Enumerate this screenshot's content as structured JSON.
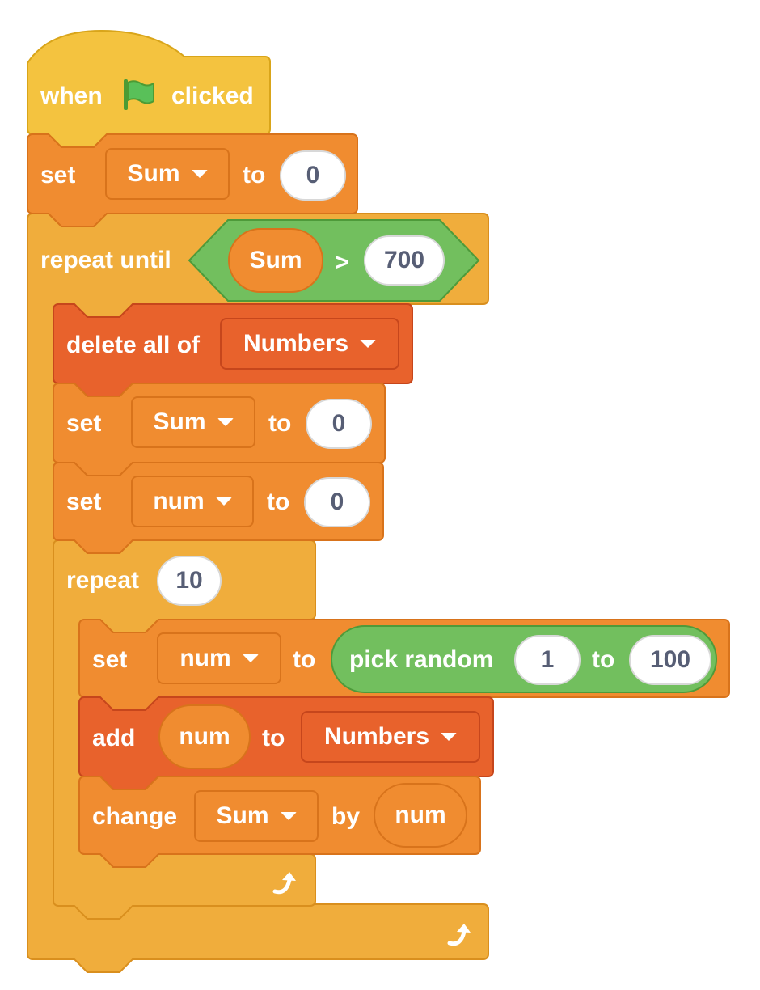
{
  "script": {
    "hat": {
      "when": "when",
      "clicked": "clicked"
    },
    "set_sum_initial": {
      "set": "set",
      "variable": "Sum",
      "to": "to",
      "value": "0"
    },
    "repeat_until": {
      "label": "repeat until",
      "condition": {
        "left": "Sum",
        "operator": ">",
        "right": "700"
      }
    },
    "delete_all": {
      "label": "delete all of",
      "list": "Numbers"
    },
    "set_sum_inner": {
      "set": "set",
      "variable": "Sum",
      "to": "to",
      "value": "0"
    },
    "set_num": {
      "set": "set",
      "variable": "num",
      "to": "to",
      "value": "0"
    },
    "repeat": {
      "label": "repeat",
      "times": "10"
    },
    "set_num_random": {
      "set": "set",
      "variable": "num",
      "to": "to",
      "pick_random": "pick random",
      "from": "1",
      "to_word": "to",
      "to_value": "100"
    },
    "add_item": {
      "add": "add",
      "value": "num",
      "to": "to",
      "list": "Numbers"
    },
    "change": {
      "label": "change",
      "variable": "Sum",
      "by": "by",
      "value": "num"
    }
  },
  "icons": {
    "flag": "green-flag-icon",
    "loop": "loop-arrow-icon"
  },
  "colors": {
    "events": "#f4c33f",
    "variables": "#f08c30",
    "lists": "#e8622c",
    "control": "#f0ad3c",
    "operators": "#72bf5e"
  }
}
